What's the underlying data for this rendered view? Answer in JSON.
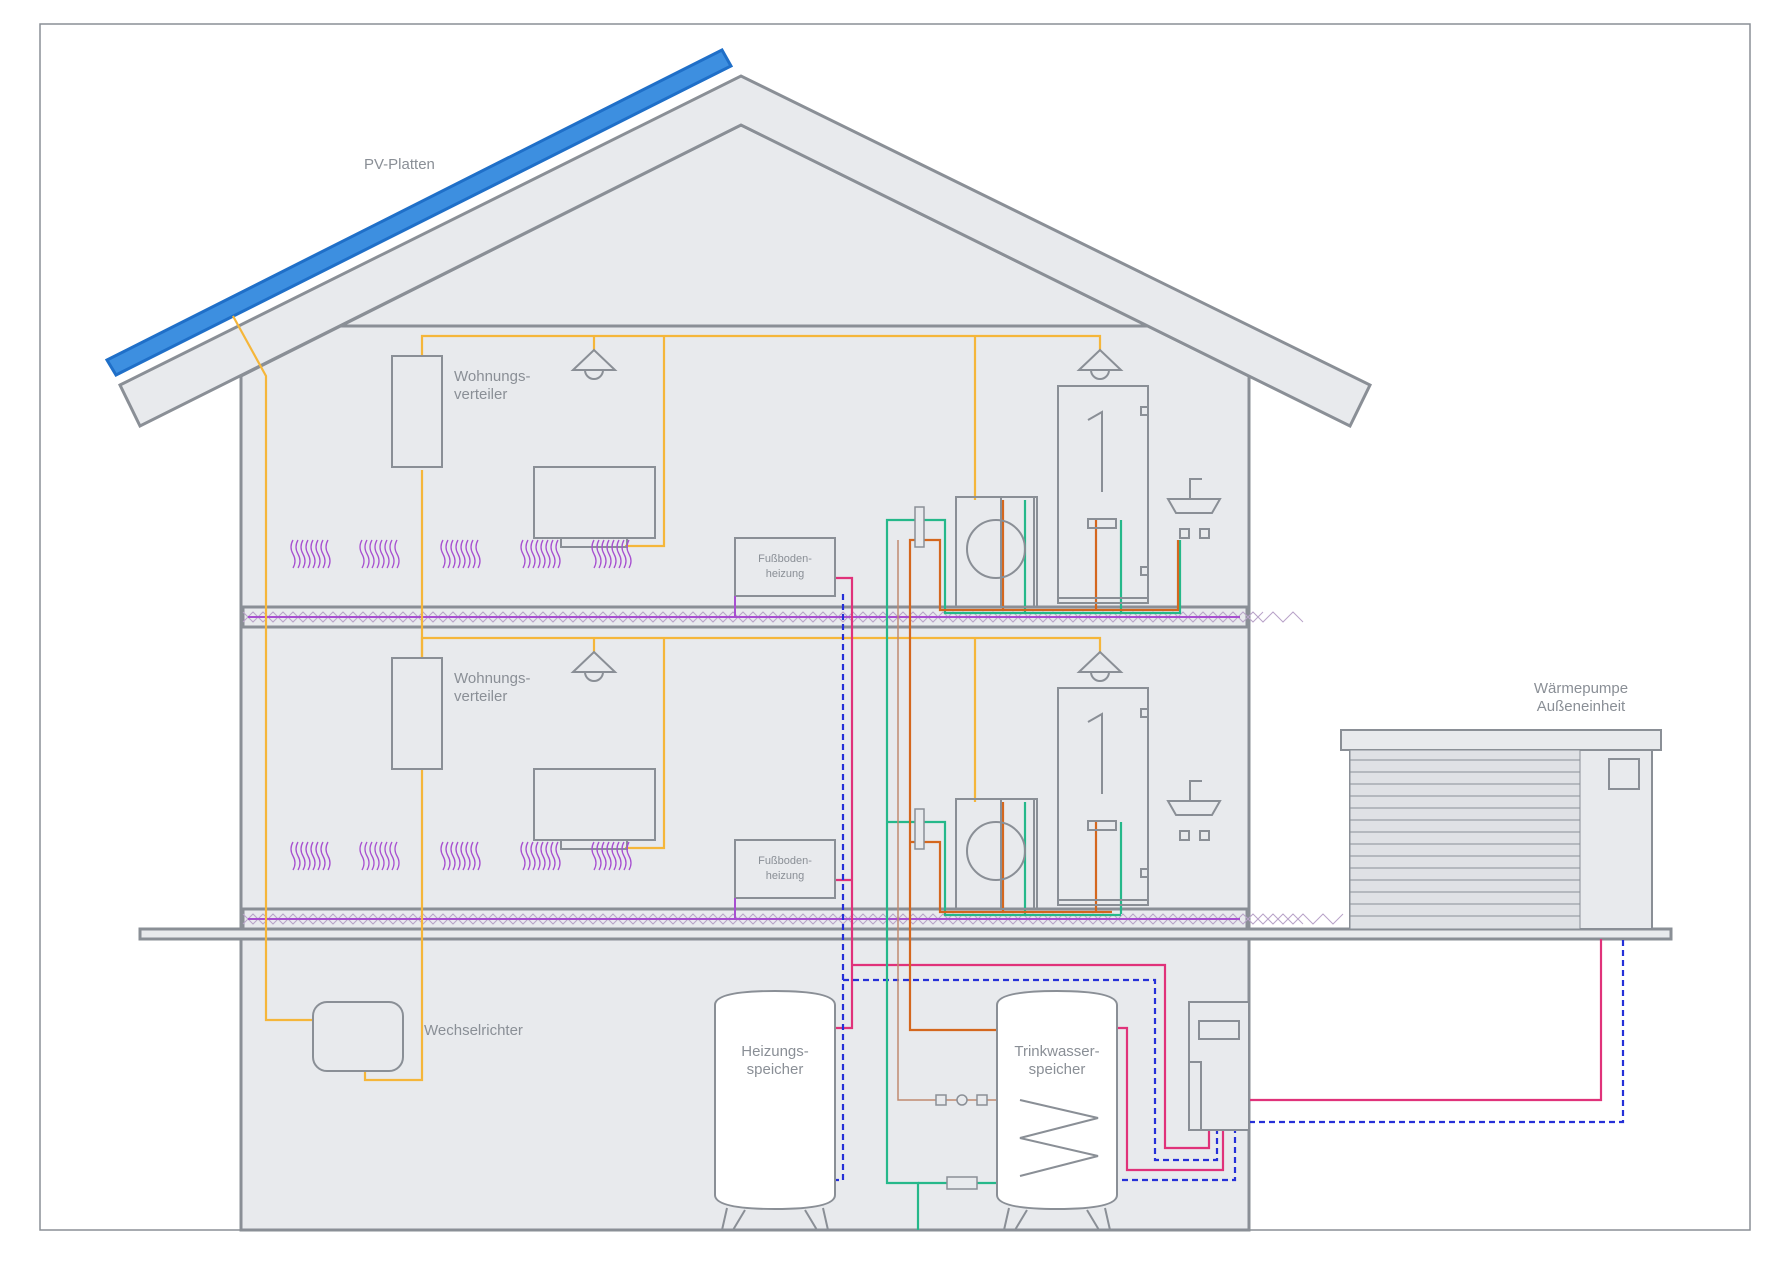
{
  "labels": {
    "pv": "PV-Platten",
    "distributor_upper_1": "Wohnungs-",
    "distributor_upper_2": "verteiler",
    "distributor_lower_1": "Wohnungs-",
    "distributor_lower_2": "verteiler",
    "floor_heating_upper_1": "Fußboden-",
    "floor_heating_upper_2": "heizung",
    "floor_heating_lower_1": "Fußboden-",
    "floor_heating_lower_2": "heizung",
    "inverter": "Wechselrichter",
    "heating_storage_1": "Heizungs-",
    "heating_storage_2": "speicher",
    "hot_water_storage_1": "Trinkwasser-",
    "hot_water_storage_2": "speicher",
    "heat_pump_1": "Wärmepumpe",
    "heat_pump_2": "Außeneinheit"
  },
  "colors": {
    "outline": "#8a8f96",
    "wall_fill": "#e8eaed",
    "pv_panel": "#3d8fe0",
    "pv_panel_edge": "#1f6fc8",
    "electric_line": "#f5b63a",
    "heating_line": "#e0327a",
    "return_line_dashed": "#2530d8",
    "hot_water_line": "#d4671e",
    "cold_water_line": "#25b88a",
    "floor_heating": "#a74fd0"
  }
}
